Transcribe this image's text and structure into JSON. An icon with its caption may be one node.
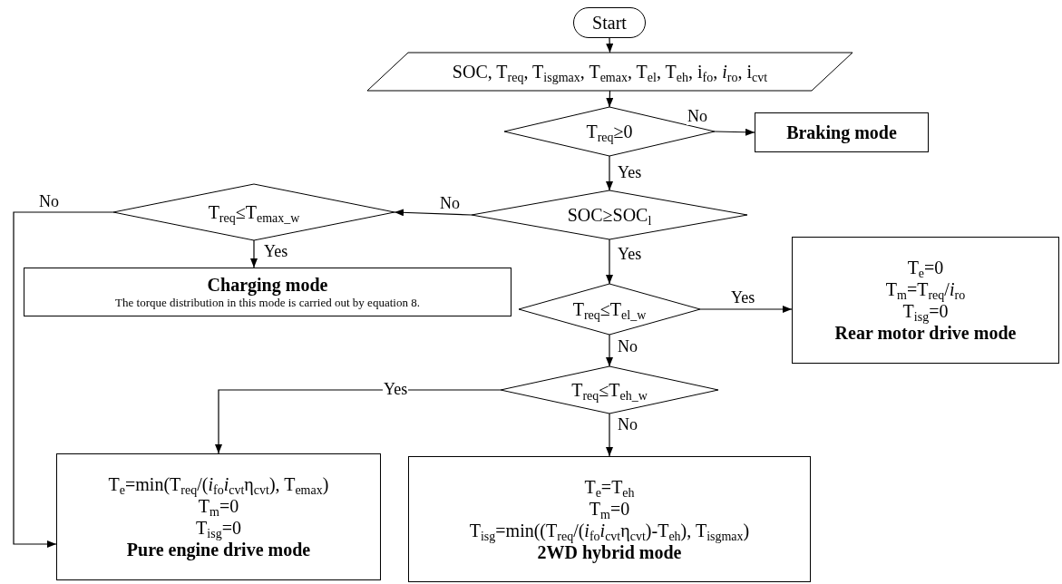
{
  "diagram": {
    "nodes": [
      {
        "text": [
          "Start"
        ]
      },
      {
        "text": [
          "SOC, T$_{req}$, T$_{isgmax}$, T$_{emax}$, T$_{el}$, T$_{eh}$, i$_{fo}$, *i*$_{ro}$, i$_{cvt}$"
        ]
      },
      {
        "text": [
          "T$_{req}$≥0"
        ]
      },
      {
        "text": [
          "Braking mode"
        ]
      },
      {
        "text": [
          "SOC≥SOC$_{l}$"
        ]
      },
      {
        "text": [
          "T$_{req}$≤T$_{emax_w}$"
        ]
      },
      {
        "text": [
          "Charging mode",
          "The torque distribution in this mode is carried out by equation 8."
        ]
      },
      {
        "text": [
          "T$_{req}$≤T$_{el_w}$"
        ]
      },
      {
        "text": [
          "T$_{e}$=0",
          "T$_{m}$=T$_{req}$/*i*$_{ro}$",
          "T$_{isg}$=0",
          "Rear motor drive mode"
        ]
      },
      {
        "text": [
          "T$_{req}$≤T$_{eh_w}$"
        ]
      },
      {
        "text": [
          "T$_{e}$=min(T$_{req}$/(*i*$_{fo}$*i*$_{cvt}$η$_{cvt}$), T$_{emax}$)",
          "T$_{m}$=0",
          "T$_{isg}$=0",
          "Pure engine drive mode"
        ]
      },
      {
        "text": [
          "T$_{e}$=T$_{eh}$",
          "T$_{m}$=0",
          "T$_{isg}$=min((T$_{req}$/(*i*$_{fo}$*i*$_{cvt}$η$_{cvt}$)-T$_{eh}$), T$_{isgmax}$)",
          "2WD hybrid mode"
        ]
      }
    ],
    "edges": [
      {
        "from": 0,
        "to": 1,
        "arrow": "to"
      },
      {
        "from": 1,
        "to": 2,
        "arrow": "to"
      },
      {
        "from": 2,
        "to": 3,
        "arrow": "to",
        "label": "No"
      },
      {
        "from": 2,
        "to": 4,
        "arrow": "to",
        "label": "Yes"
      },
      {
        "from": 4,
        "to": 5,
        "arrow": "to",
        "label": "No"
      },
      {
        "from": 4,
        "to": 7,
        "arrow": "to",
        "label": "Yes"
      },
      {
        "from": 5,
        "to": 6,
        "arrow": "to",
        "label": "Yes"
      },
      {
        "from": 5,
        "to": 10,
        "arrow": "to",
        "label": "No"
      },
      {
        "from": 7,
        "to": 8,
        "arrow": "to",
        "label": "Yes"
      },
      {
        "from": 7,
        "to": 9,
        "arrow": "to",
        "label": "No"
      },
      {
        "from": 9,
        "to": 10,
        "arrow": "to",
        "label": "Yes"
      },
      {
        "from": 9,
        "to": 11,
        "arrow": "to",
        "label": "No"
      }
    ]
  }
}
